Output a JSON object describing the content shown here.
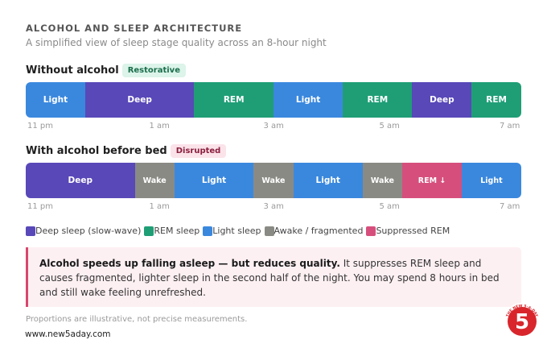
{
  "title": "ALCOHOL AND SLEEP ARCHITECTURE",
  "subtitle": "A simplified view of sleep stage quality across an 8-hour night",
  "colors": {
    "deep": "#5848b8",
    "rem": "#1f9e76",
    "light": "#3a88de",
    "wake": "#8a8a85",
    "suppressed": "#d64f7c"
  },
  "rows": [
    {
      "title": "Without alcohol",
      "badge": "Restorative",
      "segments": [
        {
          "label": "Light",
          "stage": "light",
          "fraction": 0.12
        },
        {
          "label": "Deep",
          "stage": "deep",
          "fraction": 0.22
        },
        {
          "label": "REM",
          "stage": "rem",
          "fraction": 0.16
        },
        {
          "label": "Light",
          "stage": "light",
          "fraction": 0.14
        },
        {
          "label": "REM",
          "stage": "rem",
          "fraction": 0.14
        },
        {
          "label": "Deep",
          "stage": "deep",
          "fraction": 0.12
        },
        {
          "label": "REM",
          "stage": "rem",
          "fraction": 0.1
        }
      ],
      "times": [
        "11 pm",
        "1 am",
        "3 am",
        "5 am",
        "7 am"
      ]
    },
    {
      "title": "With alcohol before bed",
      "badge": "Disrupted",
      "segments": [
        {
          "label": "Deep",
          "stage": "deep",
          "fraction": 0.22
        },
        {
          "label": "Wake",
          "stage": "wake",
          "fraction": 0.08
        },
        {
          "label": "Light",
          "stage": "light",
          "fraction": 0.16
        },
        {
          "label": "Wake",
          "stage": "wake",
          "fraction": 0.08
        },
        {
          "label": "Light",
          "stage": "light",
          "fraction": 0.14
        },
        {
          "label": "Wake",
          "stage": "wake",
          "fraction": 0.08
        },
        {
          "label": "REM ↓",
          "stage": "suppressed",
          "fraction": 0.12
        },
        {
          "label": "Light",
          "stage": "light",
          "fraction": 0.12
        }
      ],
      "times": [
        "11 pm",
        "1 am",
        "3 am",
        "5 am",
        "7 am"
      ]
    }
  ],
  "legend": [
    {
      "label": "Deep sleep (slow-wave)",
      "stage": "deep"
    },
    {
      "label": "REM sleep",
      "stage": "rem"
    },
    {
      "label": "Light sleep",
      "stage": "light"
    },
    {
      "label": "Awake / fragmented",
      "stage": "wake"
    },
    {
      "label": "Suppressed REM",
      "stage": "suppressed"
    }
  ],
  "note": {
    "bold": "Alcohol speeds up falling asleep — but reduces quality.",
    "text": " It suppresses REM sleep and causes fragmented, lighter sleep in the second half of the night. You may spend 8 hours in bed and still wake feeling unrefreshed."
  },
  "footnote": "Proportions are illustrative, not precise measurements.",
  "site": "www.new5aday.com",
  "logo": {
    "numeral": "5",
    "ring_text": "THE NEW 5-A-DAY"
  }
}
